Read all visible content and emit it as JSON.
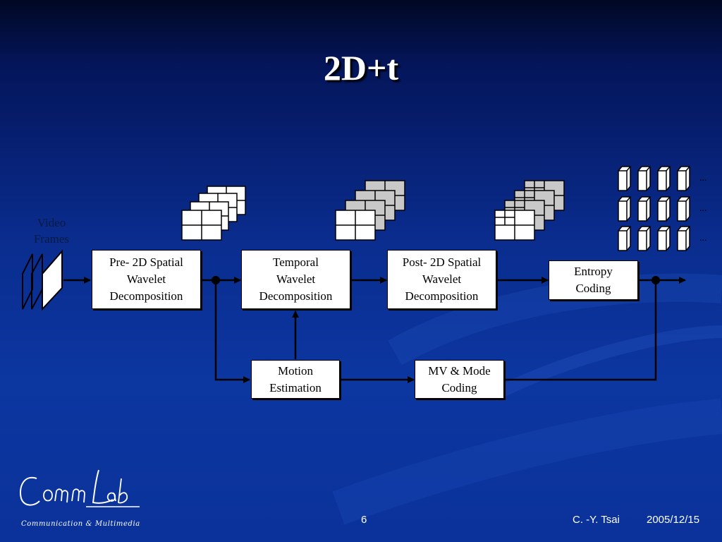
{
  "slide": {
    "title": "2D+t",
    "page_number": "6",
    "author": "C. -Y. Tsai",
    "date": "2005/12/15"
  },
  "logo": {
    "wordmark": "Comm Lab",
    "subtitle": "Communication & Multimedia"
  },
  "diagram": {
    "video_frames_label": "Video\nFrames",
    "blocks": {
      "pre_spatial": "Pre- 2D Spatial\nWavelet\nDecomposition",
      "temporal": "Temporal\nWavelet\nDecomposition",
      "post_spatial": "Post- 2D Spatial\nWavelet\nDecomposition",
      "entropy": "Entropy\nCoding",
      "motion": "Motion\nEstimation",
      "mv_mode": "MV & Mode\nCoding"
    },
    "ellipsis": "..."
  },
  "colors": {
    "background_top": "#010824",
    "background_main": "#0c36a0",
    "box_fill": "#ffffff",
    "subband_gray": "#c8c8c8"
  }
}
